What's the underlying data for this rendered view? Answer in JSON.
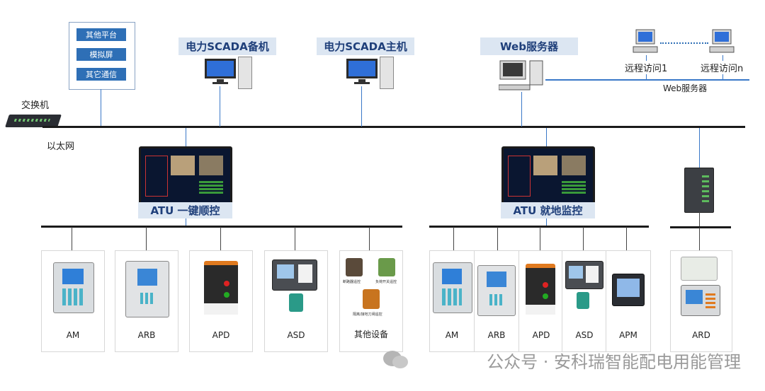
{
  "side_panel": {
    "items": [
      "其他平台",
      "模拟屏",
      "其它通信"
    ]
  },
  "labels": {
    "switch": "交换机",
    "ethernet": "以太网",
    "scada_backup": "电力SCADA备机",
    "scada_main": "电力SCADA主机",
    "web_server": "Web服务器",
    "remote1": "远程访问1",
    "remoten": "远程访问n",
    "web_server_small": "Web服务器",
    "atu1": "ATU 一键顺控",
    "atu2": "ATU 就地监控"
  },
  "group1": [
    "AM",
    "ARB",
    "APD",
    "ASD",
    "其他设备"
  ],
  "group2": [
    "AM",
    "ARB",
    "APD",
    "ASD",
    "APM"
  ],
  "group3": [
    "ARD"
  ],
  "other_device_labels": [
    "断路器遥控",
    "负荷开关遥控",
    "隔离/接地刀闸遥控"
  ],
  "watermark": "公众号 · 安科瑞智能配电用能管理",
  "colors": {
    "accent": "#2e6fb6",
    "title_bg": "#dce6f2",
    "line": "#1a1a1a"
  }
}
